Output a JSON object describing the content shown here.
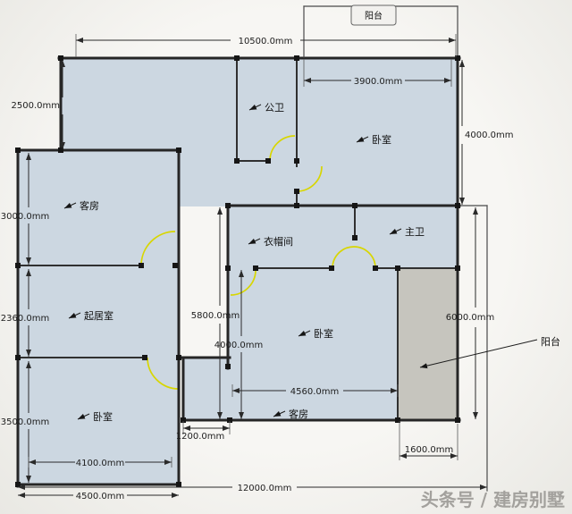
{
  "watermark": "头条号 / 建房别墅",
  "rooms": {
    "balcony_top": "阳台",
    "public_bath": "公卫",
    "bedroom_tr": "卧室",
    "guest_left": "客房",
    "cloakroom": "衣帽间",
    "master_bath": "主卫",
    "living": "起居室",
    "bedroom_center": "卧室",
    "guest_bottom": "客房",
    "bedroom_bl": "卧室",
    "balcony_right": "阳台"
  },
  "dims": {
    "top_width": "10500.0mm",
    "tr_width": "3900.0mm",
    "ul_height": "2500.0mm",
    "tr_height": "4000.0mm",
    "guest_left_h": "3000.0mm",
    "living_h": "2360.0mm",
    "bedroom_bl_h": "3500.0mm",
    "center_h": "5800.0mm",
    "bedroom_center_h": "4000.0mm",
    "bedroom_center_w": "4560.0mm",
    "notch_w": "1200.0mm",
    "right_h": "6000.0mm",
    "balcony_right_w": "1600.0mm",
    "bedroom_bl_w": "4100.0mm",
    "wing_w": "4500.0mm",
    "total_w": "12000.0mm"
  },
  "colors": {
    "room_fill": "#ccd7e1",
    "balcony_fill": "#c6c5be",
    "wall": "#262626",
    "door_arc": "#d8d600",
    "watermark": "#a3a19d"
  }
}
